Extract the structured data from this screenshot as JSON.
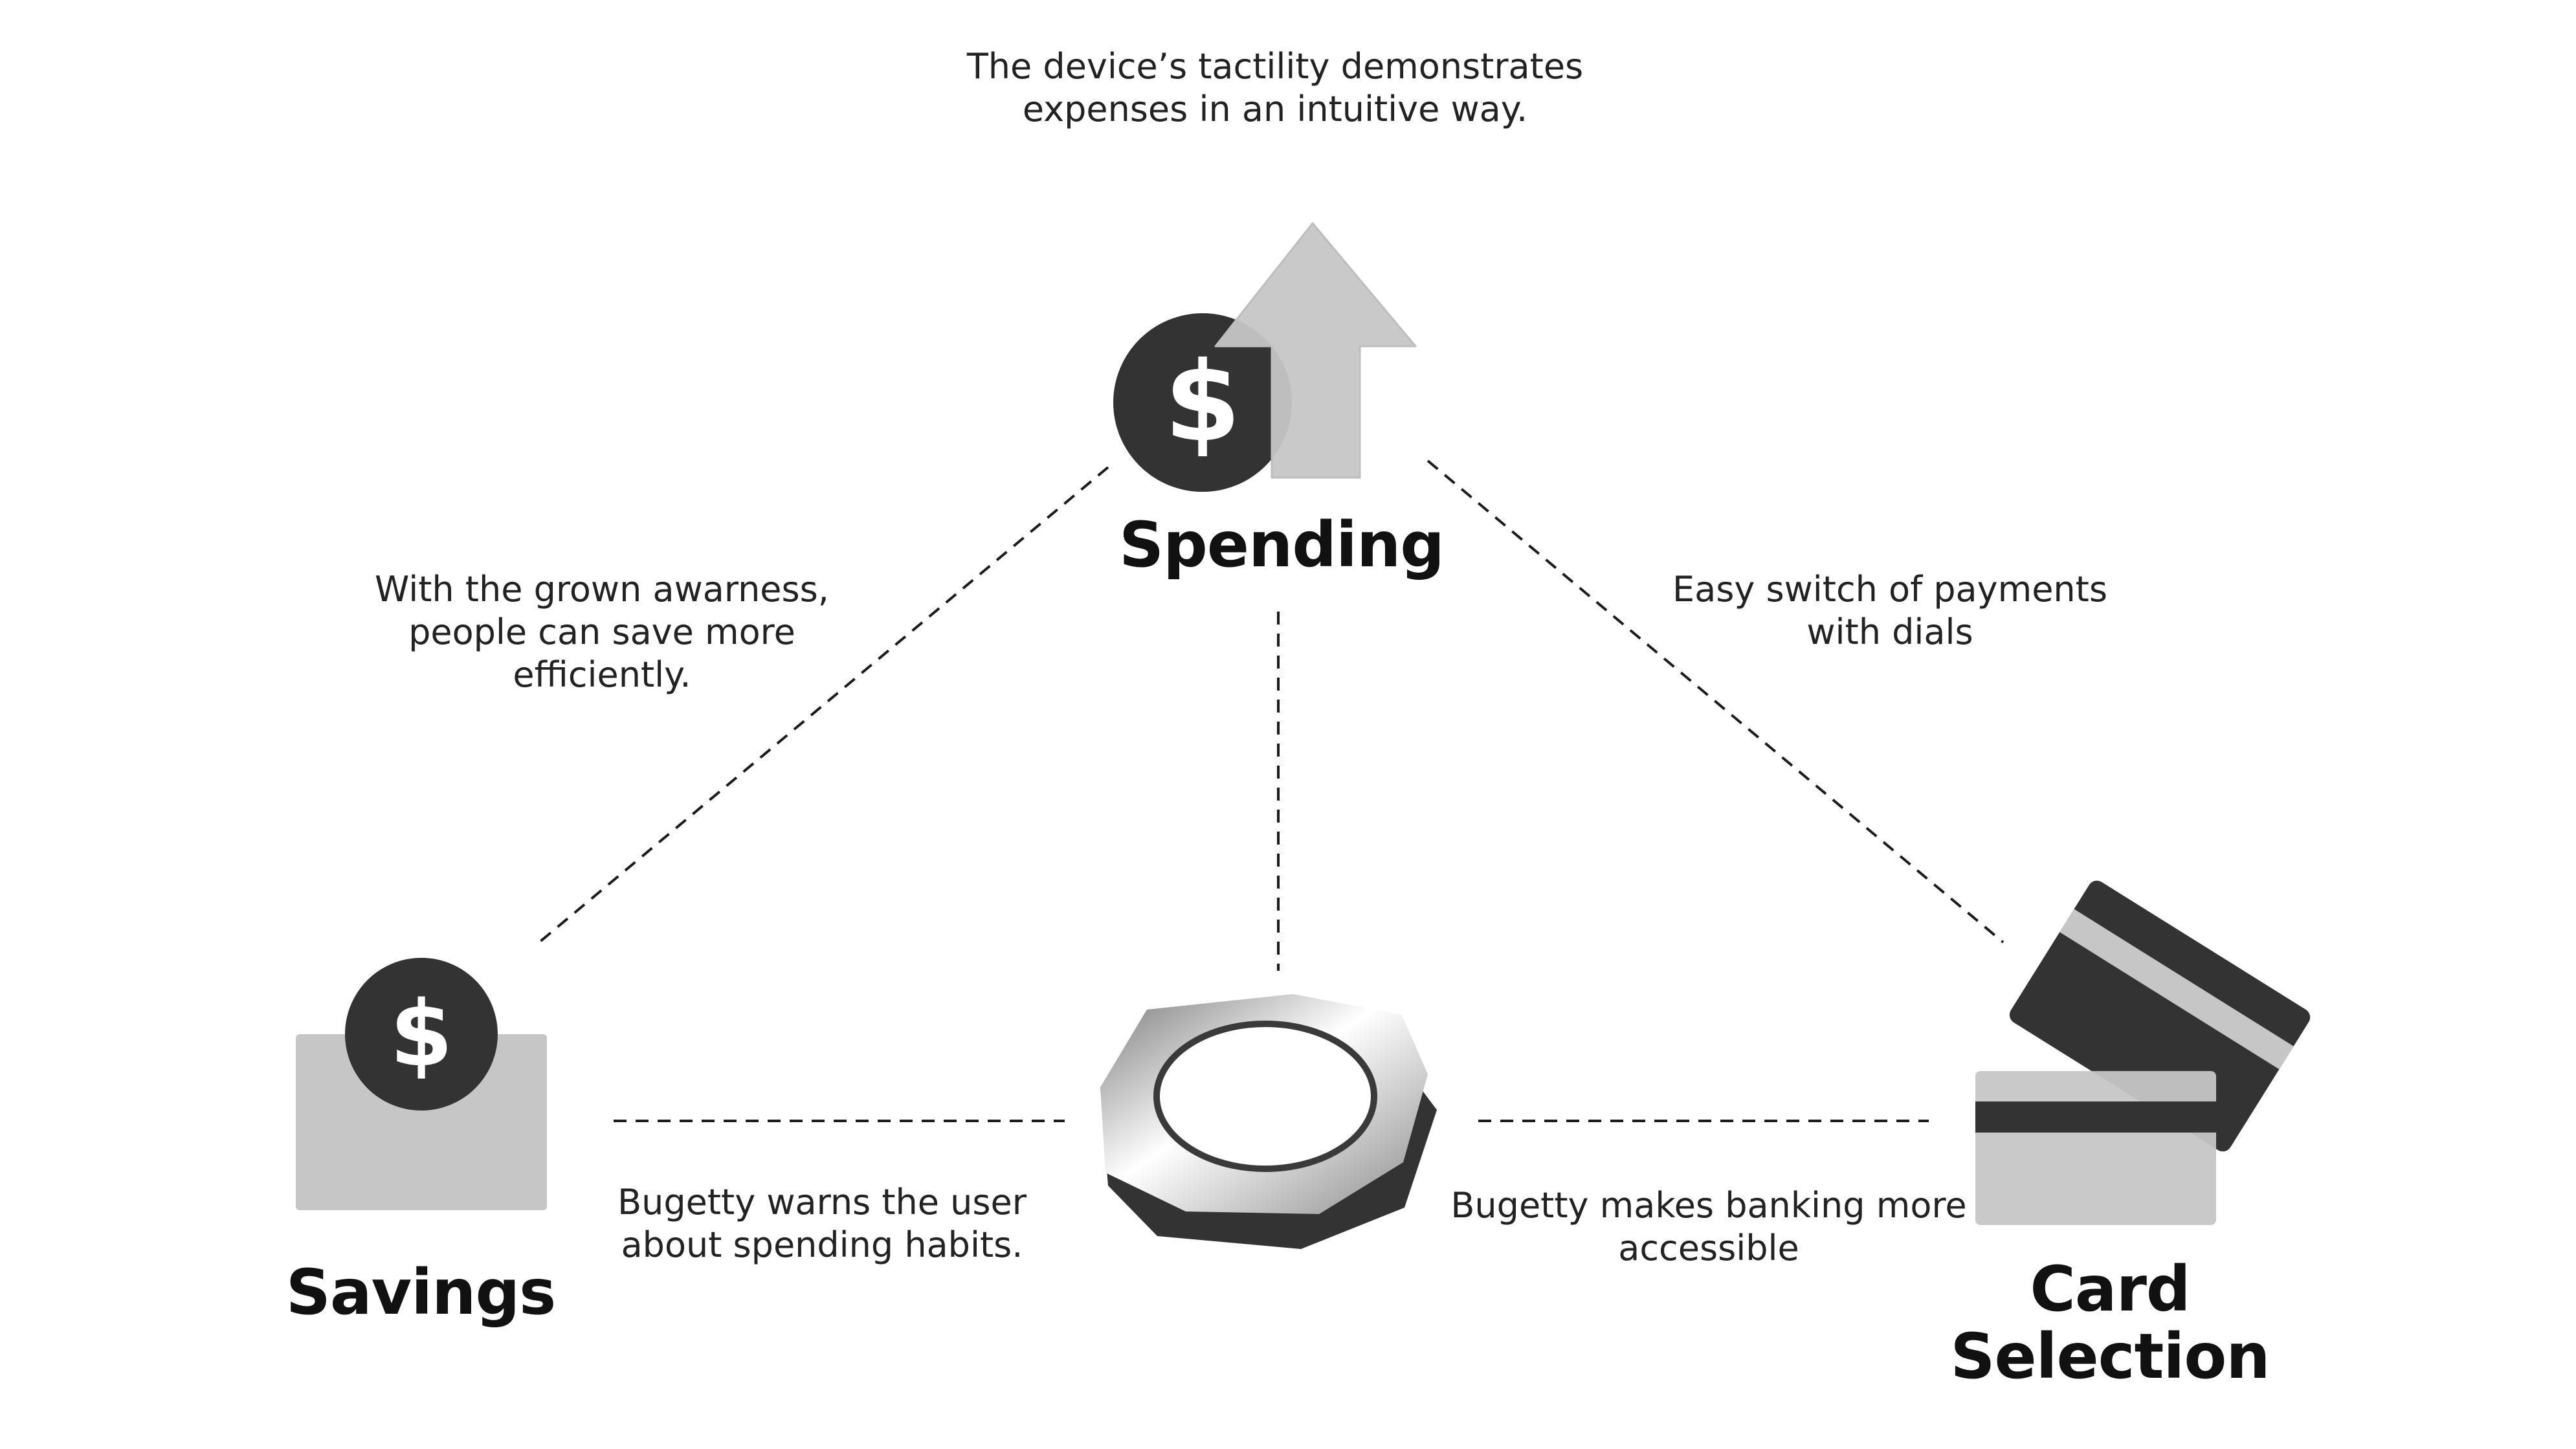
{
  "top_caption": {
    "lines": [
      "The device’s tactility demonstrates",
      "expenses in an intuitive way."
    ]
  },
  "nodes": {
    "spending": {
      "title": "Spending",
      "icon": "dollar-up-arrow-icon"
    },
    "savings": {
      "title": "Savings",
      "icon": "dollar-coin-wallet-icon"
    },
    "card_selection": {
      "title_lines": [
        "Card",
        "Selection"
      ],
      "icon": "credit-cards-icon"
    },
    "device": {
      "icon": "budgetty-device-icon"
    }
  },
  "captions": {
    "savings_link": [
      "With the grown awarness,",
      "people can save more",
      "efficiently."
    ],
    "card_link": [
      "Easy switch of payments",
      "with dials"
    ],
    "warns": [
      "Bugetty warns the user",
      "about spending habits."
    ],
    "banking": [
      "Bugetty makes banking more",
      "accessible"
    ]
  },
  "colors": {
    "dark": "#333333",
    "light": "#c6c6c6",
    "text": "#111111"
  }
}
